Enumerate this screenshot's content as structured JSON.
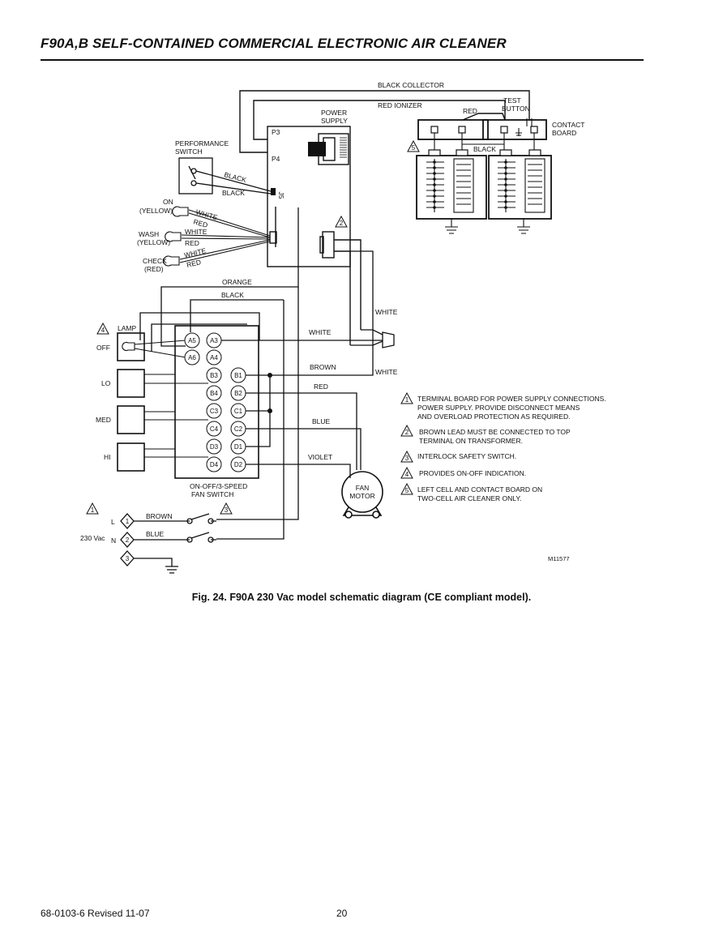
{
  "header": {
    "title": "F90A,B SELF-CONTAINED COMMERCIAL ELECTRONIC AIR CLEANER"
  },
  "diagram": {
    "labels": {
      "black_collector": "BLACK COLLECTOR",
      "red_ionizer": "RED IONIZER",
      "power_supply_1": "POWER",
      "power_supply_2": "SUPPLY",
      "red_top": "RED",
      "test_button_1": "TEST",
      "test_button_2": "BUTTON",
      "contact_board_1": "CONTACT",
      "contact_board_2": "BOARD",
      "black_right": "BLACK",
      "p3": "P3",
      "p4": "P4",
      "j5": "J5",
      "performance_switch_1": "PERFORMANCE",
      "performance_switch_2": "SWITCH",
      "black_wire_1": "BLACK",
      "black_wire_2": "BLACK",
      "on_1": "ON",
      "on_2": "(YELLOW)",
      "wash_1": "WASH",
      "wash_2": "(YELLOW)",
      "check_1": "CHECK",
      "check_2": "(RED)",
      "white_1": "WHITE",
      "red_1": "RED",
      "white_2": "WHITE",
      "red_2": "RED",
      "white_3": "WHITE",
      "red_3": "RED",
      "orange": "ORANGE",
      "black_mid": "BLACK",
      "white_right_top": "WHITE",
      "white_right_bottom": "WHITE",
      "lamp": "LAMP",
      "off": "OFF",
      "lo": "LO",
      "med": "MED",
      "hi": "HI",
      "white_a3": "WHITE",
      "brown_b1": "BROWN",
      "red_b2": "RED",
      "blue_c2": "BLUE",
      "violet_d2": "VIOLET",
      "fan_motor_1": "FAN",
      "fan_motor_2": "MOTOR",
      "on_off_switch_1": "ON-OFF/3-SPEED",
      "on_off_switch_2": "FAN SWITCH",
      "brown_line": "BROWN",
      "blue_line": "BLUE",
      "l": "L",
      "n": "N",
      "vac": "230 Vac",
      "m_number": "M11577"
    },
    "terminals": [
      "A5",
      "A3",
      "A6",
      "A4",
      "B3",
      "B1",
      "B4",
      "B2",
      "C3",
      "C1",
      "C4",
      "C2",
      "D3",
      "D1",
      "D4",
      "D2"
    ],
    "markers": [
      "1",
      "2",
      "3",
      "4",
      "5"
    ],
    "notes": [
      {
        "num": "1",
        "lines": [
          "TERMINAL BOARD FOR POWER SUPPLY CONNECTIONS.",
          "POWER SUPPLY.  PROVIDE DISCONNECT MEANS",
          "AND OVERLOAD PROTECTION AS REQUIRED."
        ]
      },
      {
        "num": "2",
        "lines": [
          "BROWN LEAD MUST BE CONNECTED TO TOP",
          "TERMINAL ON TRANSFORMER."
        ]
      },
      {
        "num": "3",
        "lines": [
          "INTERLOCK SAFETY SWITCH."
        ]
      },
      {
        "num": "4",
        "lines": [
          "PROVIDES ON-OFF INDICATION."
        ]
      },
      {
        "num": "5",
        "lines": [
          "LEFT CELL AND CONTACT BOARD ON",
          "TWO-CELL AIR CLEANER ONLY."
        ]
      }
    ]
  },
  "caption": "Fig. 24. F90A 230 Vac model schematic diagram (CE compliant model).",
  "footer": {
    "doc_number": "68-0103-6   Revised  11-07",
    "page_number": "20"
  }
}
